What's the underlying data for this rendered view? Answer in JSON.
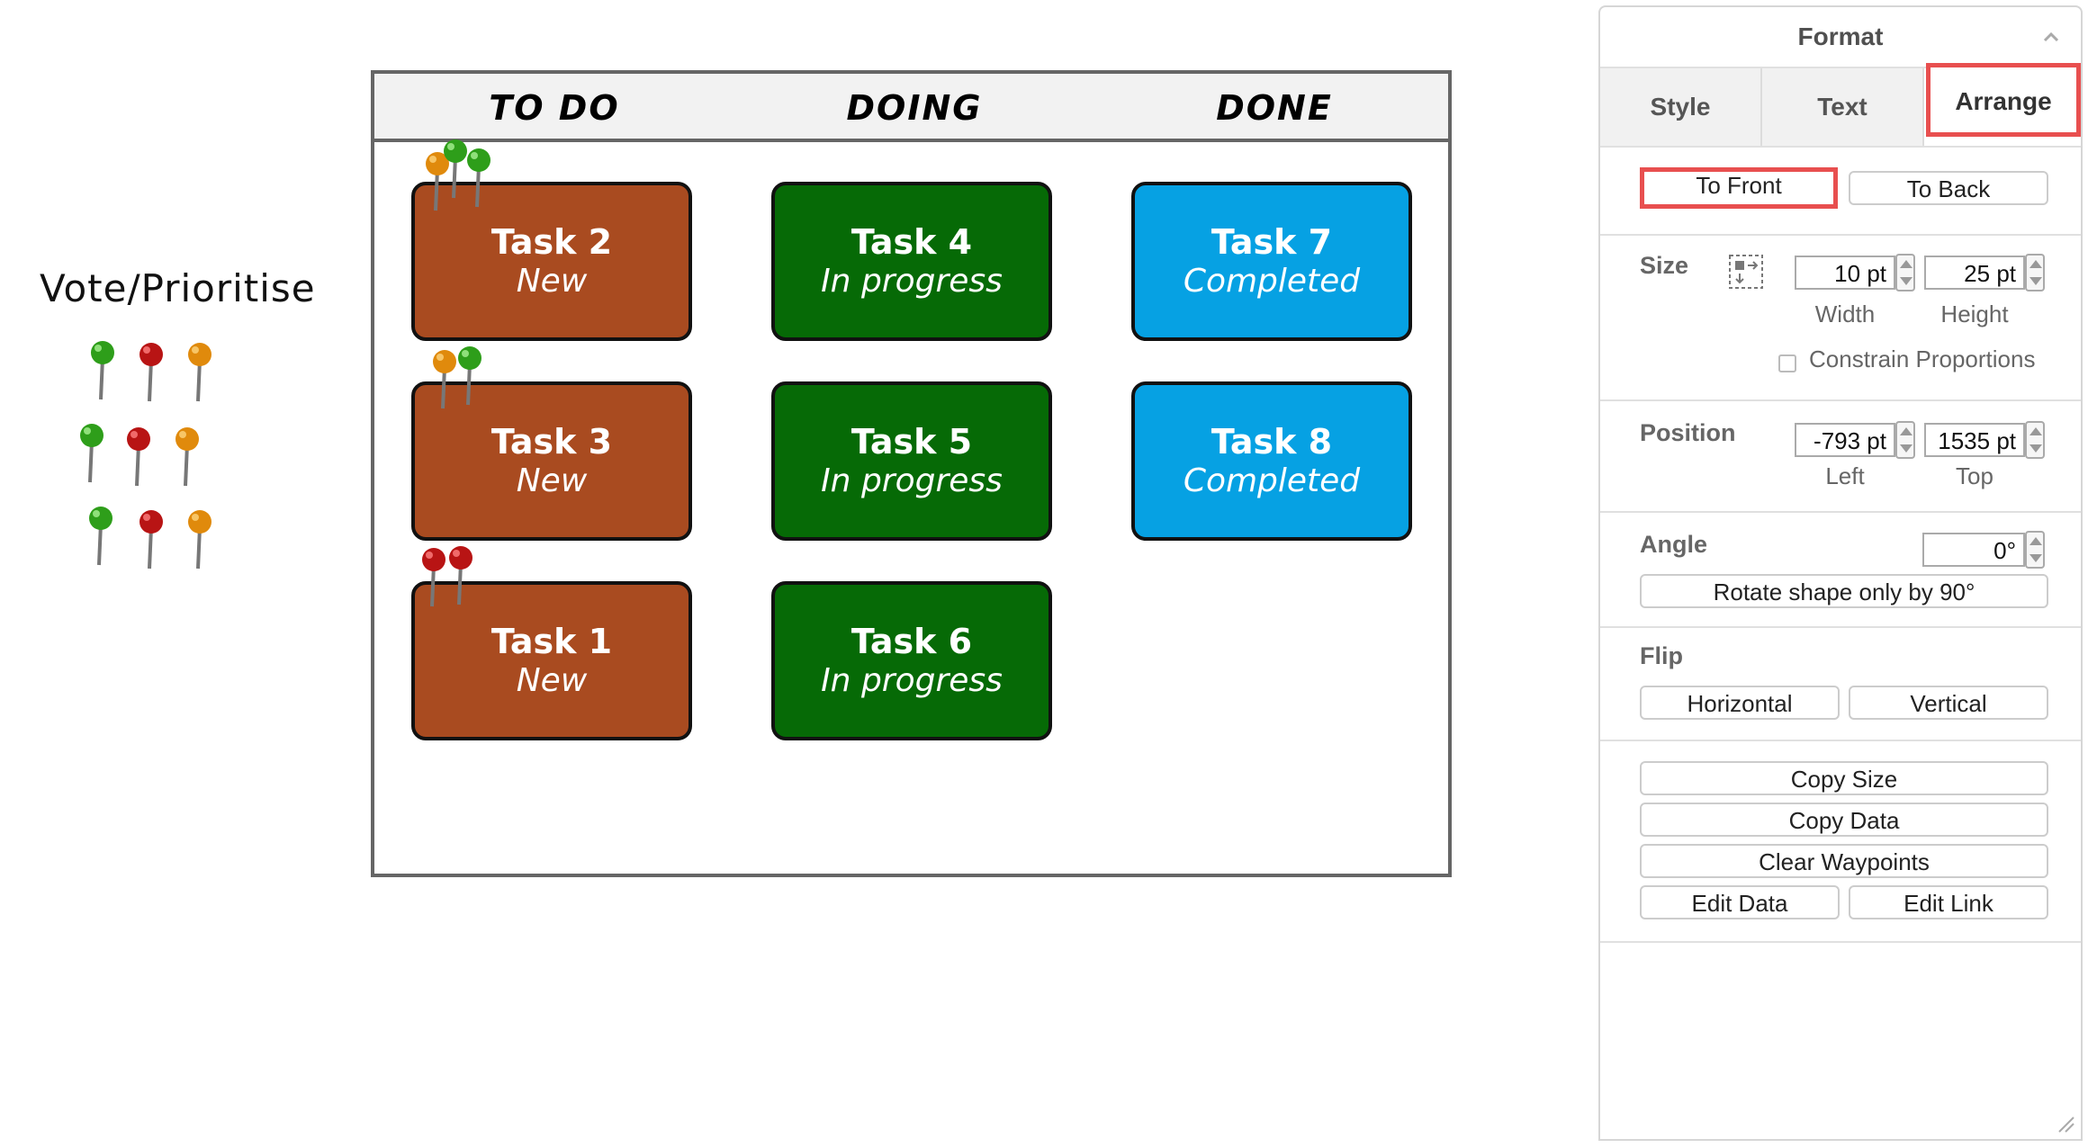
{
  "vote": {
    "label": "Vote/Prioritise",
    "pin_colors": {
      "green": "#2e9e1a",
      "red": "#b81414",
      "orange": "#e08a0c"
    }
  },
  "board": {
    "columns": [
      "TO DO",
      "DOING",
      "DONE"
    ],
    "cards": [
      {
        "title": "Task 2",
        "status": "New",
        "color": "#a94b20"
      },
      {
        "title": "Task 3",
        "status": "New",
        "color": "#a94b20"
      },
      {
        "title": "Task 1",
        "status": "New",
        "color": "#a94b20"
      },
      {
        "title": "Task 4",
        "status": "In progress",
        "color": "#066a06"
      },
      {
        "title": "Task 5",
        "status": "In progress",
        "color": "#066a06"
      },
      {
        "title": "Task 6",
        "status": "In progress",
        "color": "#066a06"
      },
      {
        "title": "Task 7",
        "status": "Completed",
        "color": "#06a1e3"
      },
      {
        "title": "Task 8",
        "status": "Completed",
        "color": "#06a1e3"
      }
    ]
  },
  "format_panel": {
    "title": "Format",
    "tabs": [
      "Style",
      "Text",
      "Arrange"
    ],
    "active_tab": "Arrange",
    "order_buttons": {
      "to_front": "To Front",
      "to_back": "To Back"
    },
    "size": {
      "label": "Size",
      "width_value": "10 pt",
      "height_value": "25 pt",
      "width_label": "Width",
      "height_label": "Height",
      "constrain_label": "Constrain Proportions"
    },
    "position": {
      "label": "Position",
      "left_value": "-793 pt",
      "top_value": "1535 pt",
      "left_label": "Left",
      "top_label": "Top"
    },
    "angle": {
      "label": "Angle",
      "value": "0°",
      "rotate_button": "Rotate shape only by 90°"
    },
    "flip": {
      "label": "Flip",
      "horizontal": "Horizontal",
      "vertical": "Vertical"
    },
    "actions": {
      "copy_size": "Copy Size",
      "copy_data": "Copy Data",
      "clear_waypoints": "Clear Waypoints",
      "edit_data": "Edit Data",
      "edit_link": "Edit Link"
    },
    "accent_color": "#e84f4f"
  }
}
